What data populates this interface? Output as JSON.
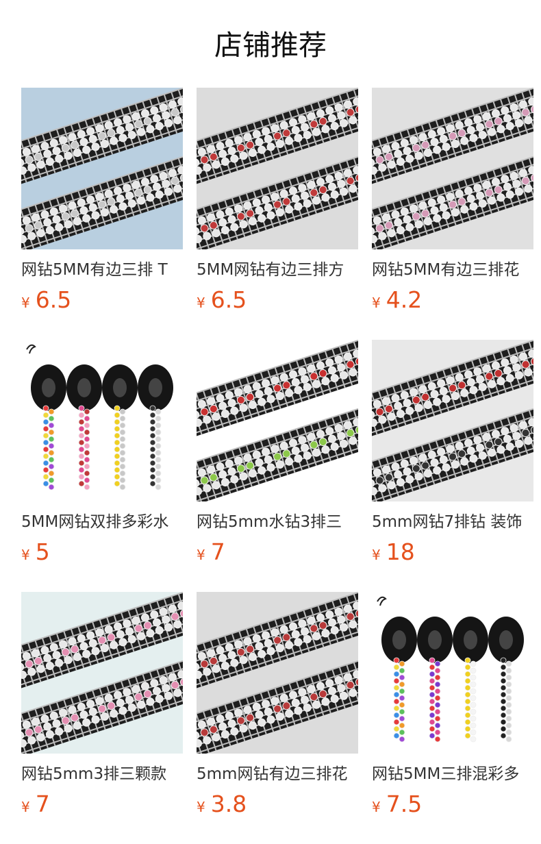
{
  "header": {
    "title": "店铺推荐"
  },
  "products": [
    {
      "name": "网钻5MM有边三排 T",
      "currency": "¥",
      "price": "6.5",
      "image": "mesh-bands-clear-blue-bg",
      "accent": "#c8c8c8",
      "bg": "#b9cfe0"
    },
    {
      "name": "5MM网钻有边三排方",
      "currency": "¥",
      "price": "6.5",
      "image": "mesh-bands-red-brown",
      "accent": "#c03a3a",
      "bg": "#dcdcdc"
    },
    {
      "name": "网钻5MM有边三排花",
      "currency": "¥",
      "price": "4.2",
      "image": "mesh-bands-pink-brown",
      "accent": "#d59ab7",
      "bg": "#e0e0e0"
    },
    {
      "name": "5MM网钻双排多彩水",
      "currency": "¥",
      "price": "5",
      "image": "spools-rainbow-double",
      "accent": "#e24040",
      "bg": "#ffffff"
    },
    {
      "name": "网钻5mm水钻3排三",
      "currency": "¥",
      "price": "7",
      "image": "mesh-bands-red-green",
      "accent": "#c83030",
      "bg": "#ffffff"
    },
    {
      "name": "5mm网钻7排钻 装饰",
      "currency": "¥",
      "price": "18",
      "image": "mesh-bands-red-black",
      "accent": "#c03030",
      "bg": "#e8e8e8"
    },
    {
      "name": "网钻5mm3排三颗款",
      "currency": "¥",
      "price": "7",
      "image": "mesh-bands-pink-pearl",
      "accent": "#e48fb2",
      "bg": "#e4efef"
    },
    {
      "name": "5mm网钻有边三排花",
      "currency": "¥",
      "price": "3.8",
      "image": "mesh-bands-flower-red-blue",
      "accent": "#b83a3a",
      "bg": "#dcdcdc"
    },
    {
      "name": "网钻5MM三排混彩多",
      "currency": "¥",
      "price": "7.5",
      "image": "spools-rainbow-triple",
      "accent": "#e0b020",
      "bg": "#ffffff"
    }
  ],
  "icons": {
    "currency": "currency-yen-icon",
    "product": "product-photo"
  },
  "colors": {
    "price": "#e5511d",
    "text": "#333333",
    "title": "#111111"
  }
}
